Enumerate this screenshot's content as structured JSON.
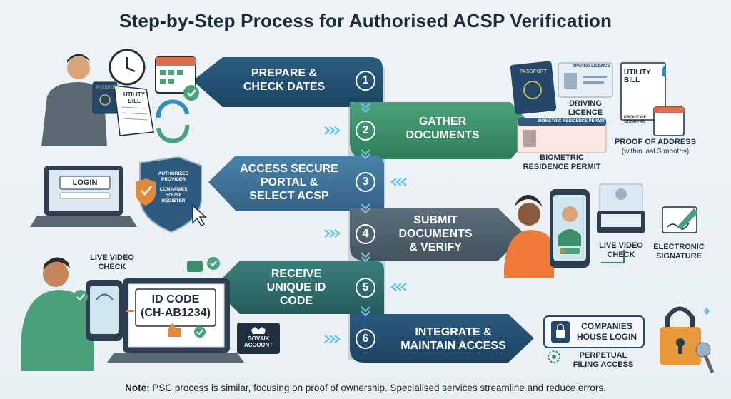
{
  "title": "Step-by-Step Process for Authorised ACSP Verification",
  "steps": [
    {
      "number": "1",
      "line1": "PREPARE &",
      "line2": "CHECK DATES",
      "line3": "",
      "color": "#1f4e6e"
    },
    {
      "number": "2",
      "line1": "GATHER",
      "line2": "DOCUMENTS",
      "line3": "",
      "color": "#3c8f6a"
    },
    {
      "number": "3",
      "line1": "ACCESS SECURE",
      "line2": "PORTAL &",
      "line3": "SELECT ACSP",
      "color": "#3e6f93"
    },
    {
      "number": "4",
      "line1": "SUBMIT",
      "line2": "DOCUMENTS",
      "line3": "& VERIFY",
      "color": "#4d5f6b"
    },
    {
      "number": "5",
      "line1": "RECEIVE",
      "line2": "UNIQUE ID",
      "line3": "CODE",
      "color": "#2d6b6a"
    },
    {
      "number": "6",
      "line1": "INTEGRATE &",
      "line2": "MAINTAIN ACCESS",
      "line3": "",
      "color": "#234d6e"
    }
  ],
  "illustrations": {
    "step1": {
      "passport": "PASSPORT",
      "bill_line1": "UTILITY",
      "bill_line2": "BILL"
    },
    "step2": {
      "passport": "PASSPORT",
      "licence_card": "DRIVING LICENCE",
      "licence_caption_1": "DRIVING",
      "licence_caption_2": "LICENCE",
      "bill_line1": "UTILITY",
      "bill_line2": "BILL",
      "proof_card_1": "PROOF OF",
      "proof_card_2": "ADDRESS",
      "brp_card": "BIOMETRIC RESIDENCE PERMIT",
      "brp_caption_1": "BIOMETRIC",
      "brp_caption_2": "RESIDENCE PERMIT",
      "proof_caption": "PROOF OF ADDRESS",
      "proof_sub": "(within last 3 months)"
    },
    "step3": {
      "login": "LOGIN",
      "shield_1": "AUTHORIZED",
      "shield_2": "PROVIDER",
      "shield_3": "COMPANIES",
      "shield_4": "HOUSE",
      "shield_5": "REGISTER"
    },
    "step4": {
      "video_caption_1": "LIVE VIDEO",
      "video_caption_2": "CHECK",
      "signature_caption_1": "ELECTRONIC",
      "signature_caption_2": "SIGNATURE"
    },
    "step5": {
      "video_label_1": "LIVE VIDEO",
      "video_label_2": "CHECK",
      "id_line1": "ID CODE",
      "id_line2": "(CH-AB1234)",
      "govuk_1": "GOV.UK",
      "govuk_2": "ACCOUNT"
    },
    "step6": {
      "login_1": "COMPANIES",
      "login_2": "HOUSE LOGIN",
      "filing_1": "PERPETUAL",
      "filing_2": "FILING ACCESS"
    }
  },
  "note": {
    "label": "Note:",
    "text": " PSC process is similar, focusing on proof of ownership. Specialised services streamline and reduce errors."
  }
}
